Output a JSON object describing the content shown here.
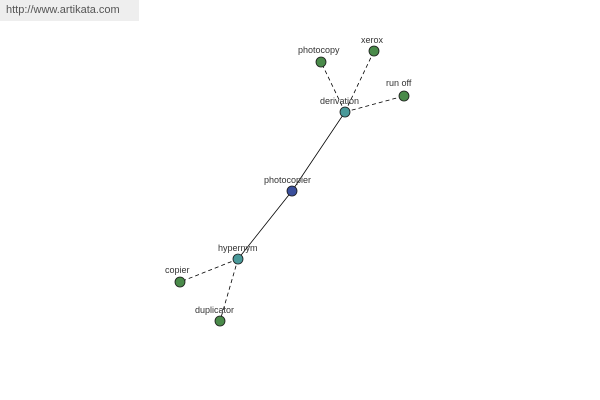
{
  "banner": {
    "url_text": "http://www.artikata.com"
  },
  "colors": {
    "center_node": "#3a4f9c",
    "relation_node": "#4a9a9a",
    "leaf_node": "#4a8a4a",
    "node_stroke": "#1a1a1a",
    "edge": "#000000",
    "label": "#333333"
  },
  "graph": {
    "nodes": [
      {
        "id": "photocopier",
        "label": "photocopier",
        "kind": "center"
      },
      {
        "id": "derivation",
        "label": "derivation",
        "kind": "relation"
      },
      {
        "id": "hypernym",
        "label": "hypernym",
        "kind": "relation"
      },
      {
        "id": "photocopy",
        "label": "photocopy",
        "kind": "leaf"
      },
      {
        "id": "xerox",
        "label": "xerox",
        "kind": "leaf"
      },
      {
        "id": "run_off",
        "label": "run off",
        "kind": "leaf"
      },
      {
        "id": "copier",
        "label": "copier",
        "kind": "leaf"
      },
      {
        "id": "duplicator",
        "label": "duplicator",
        "kind": "leaf"
      }
    ],
    "edges": [
      {
        "from": "photocopier",
        "to": "derivation",
        "style": "solid"
      },
      {
        "from": "photocopier",
        "to": "hypernym",
        "style": "solid"
      },
      {
        "from": "derivation",
        "to": "photocopy",
        "style": "dashed"
      },
      {
        "from": "derivation",
        "to": "xerox",
        "style": "dashed"
      },
      {
        "from": "derivation",
        "to": "run_off",
        "style": "dashed"
      },
      {
        "from": "hypernym",
        "to": "copier",
        "style": "dashed"
      },
      {
        "from": "hypernym",
        "to": "duplicator",
        "style": "dashed"
      }
    ]
  }
}
